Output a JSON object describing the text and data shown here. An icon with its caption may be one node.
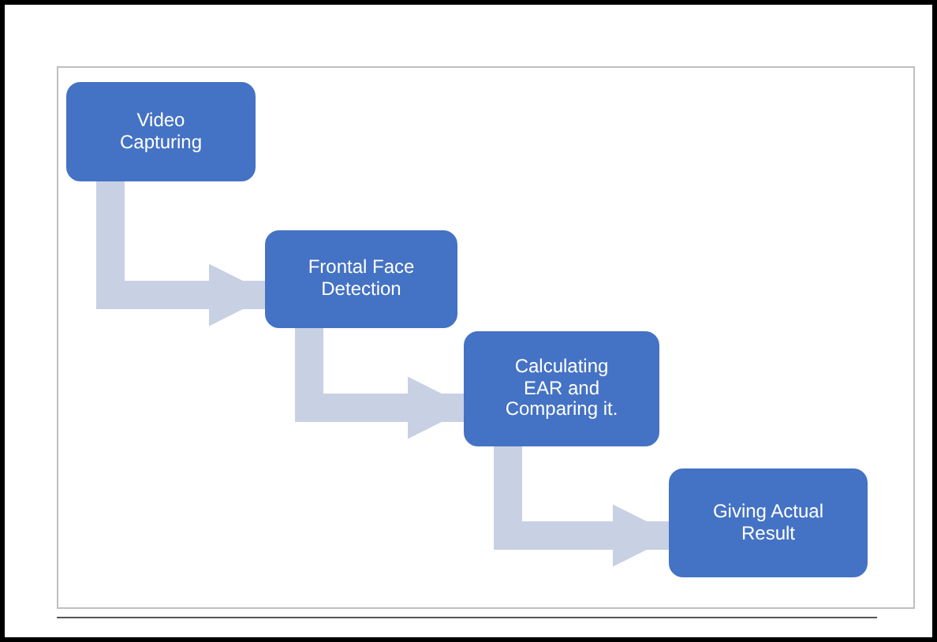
{
  "diagram": {
    "nodes": [
      {
        "text": [
          "Video Capturing"
        ]
      },
      {
        "text": [
          "Frontal Face Detection"
        ]
      },
      {
        "text": [
          "Calculating EAR and Comparing it."
        ]
      },
      {
        "text": [
          "Giving Actual Result"
        ]
      }
    ],
    "edges": [
      {
        "from": 0,
        "to": 1,
        "arrow": "to"
      },
      {
        "from": 1,
        "to": 2,
        "arrow": "to"
      },
      {
        "from": 2,
        "to": 3,
        "arrow": "to"
      }
    ]
  }
}
